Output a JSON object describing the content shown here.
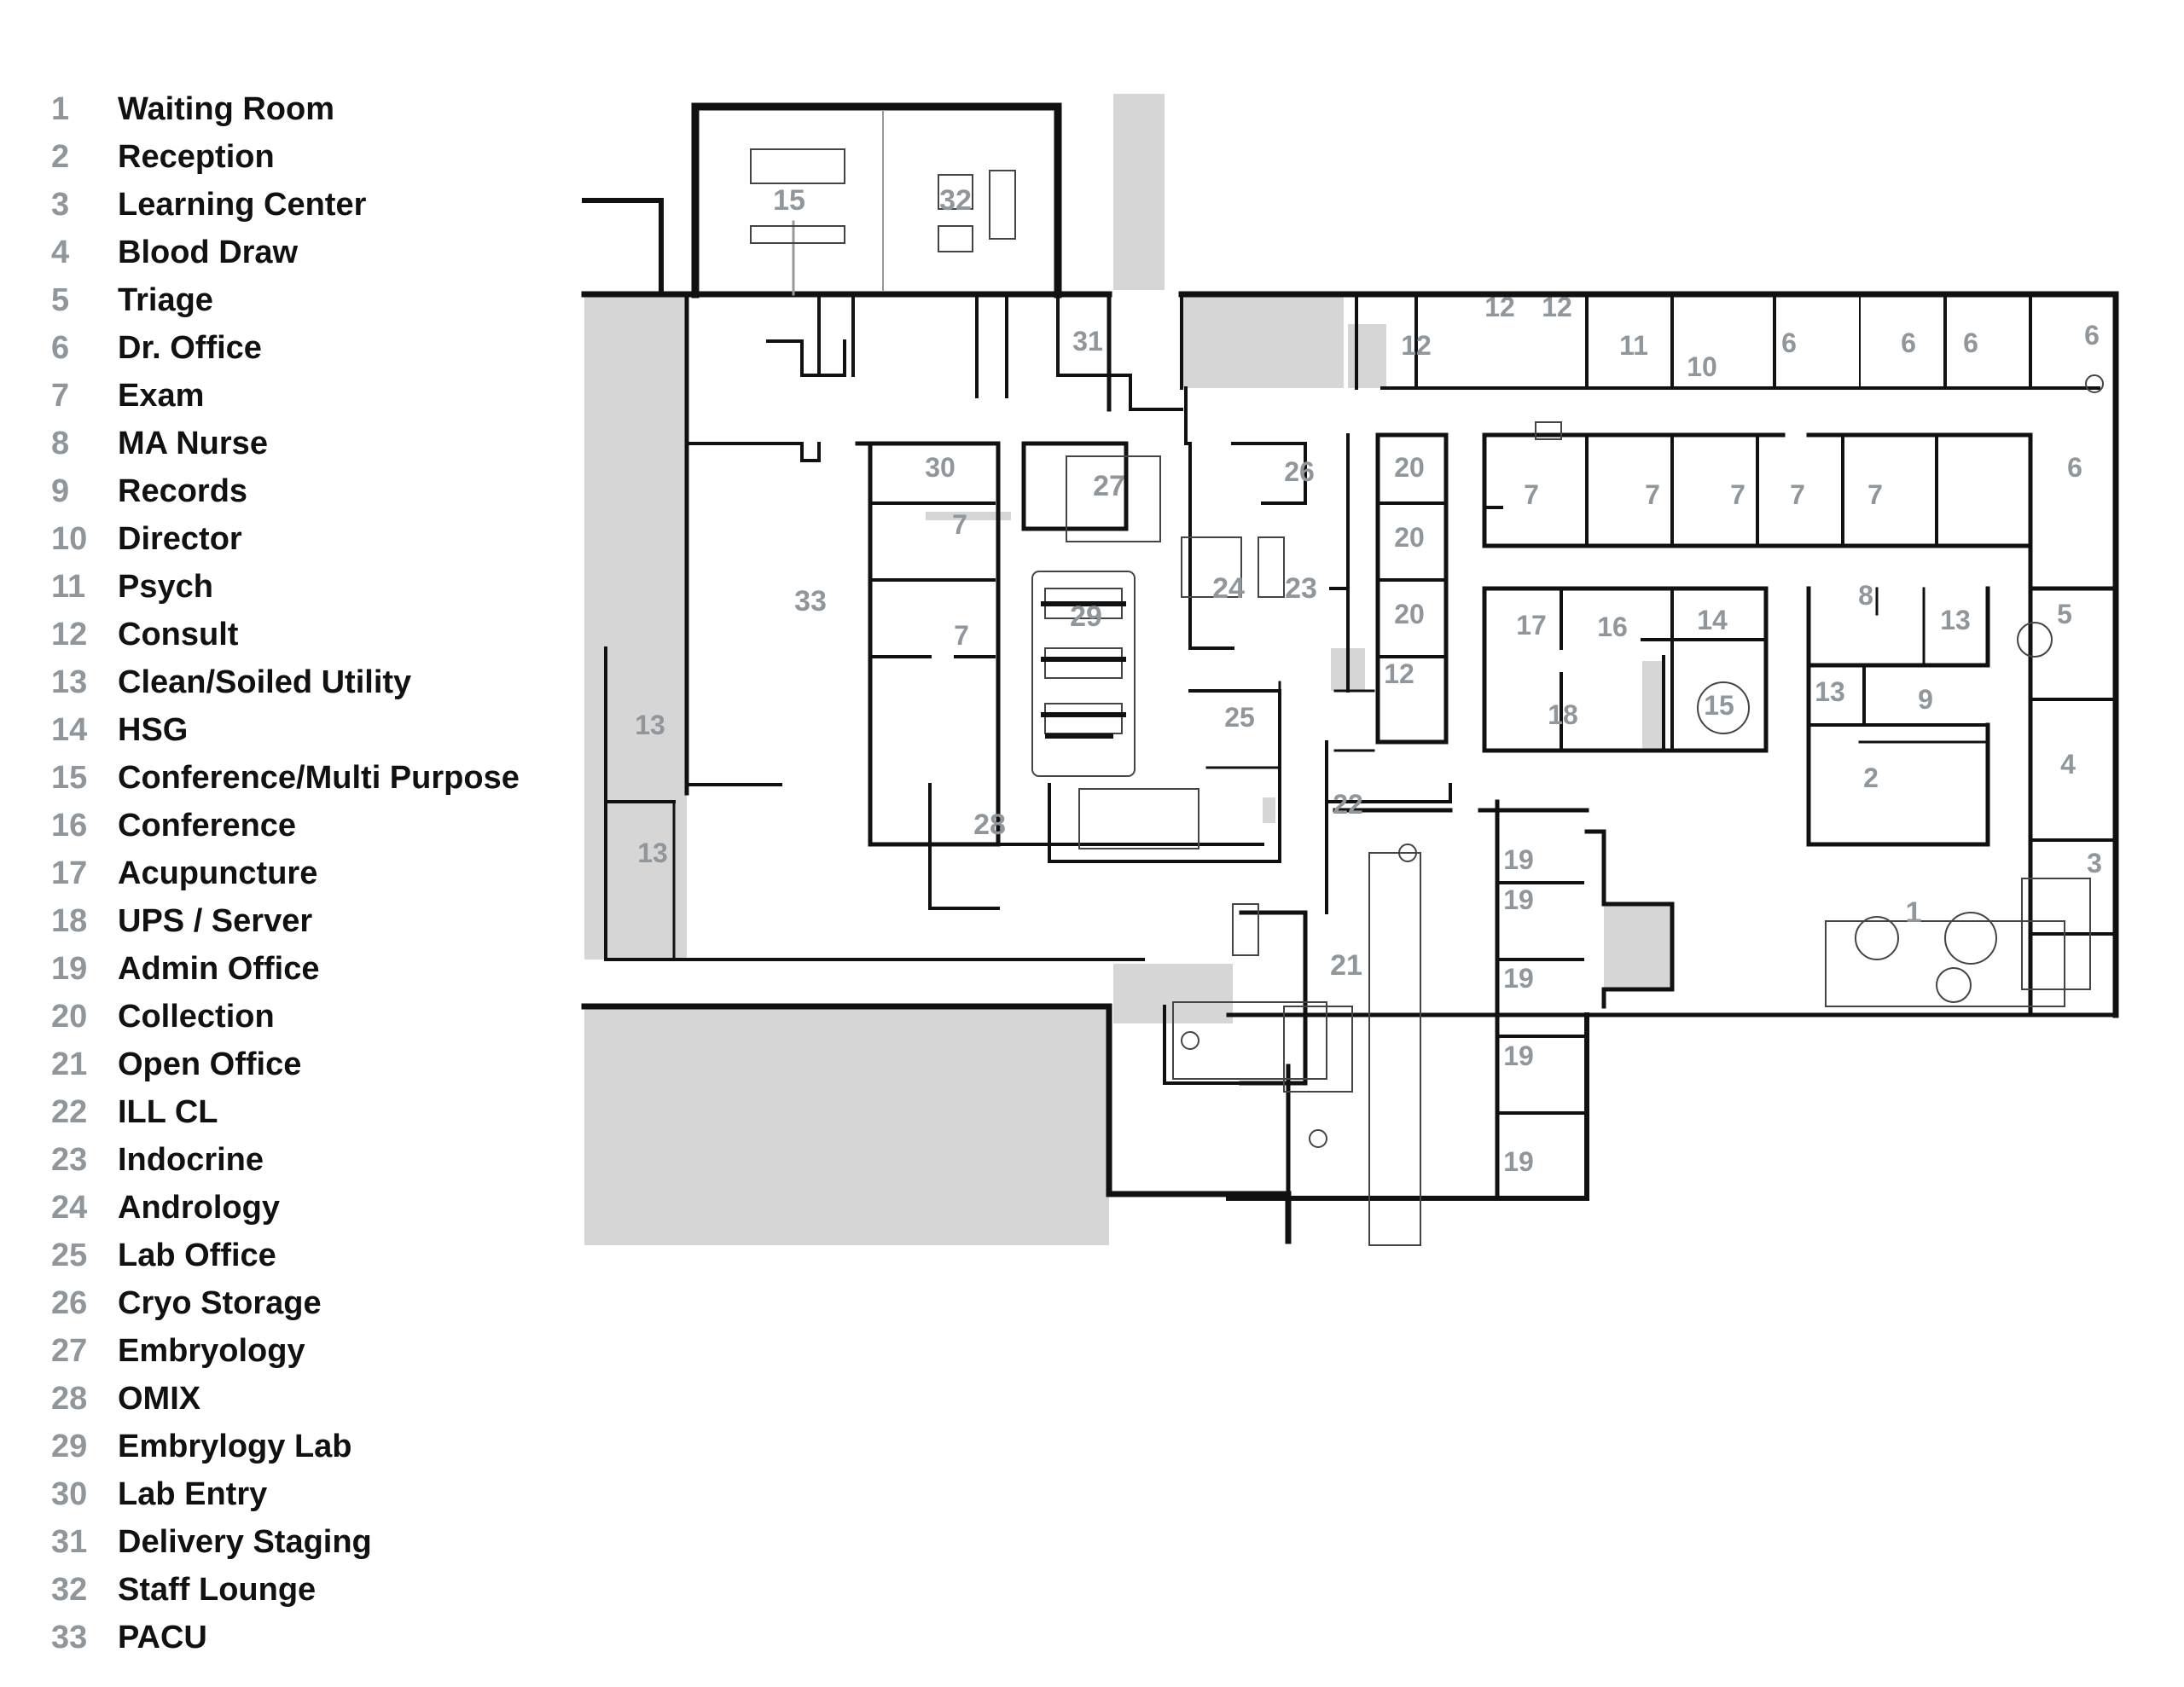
{
  "legend": [
    {
      "num": "1",
      "label": "Waiting Room"
    },
    {
      "num": "2",
      "label": "Reception"
    },
    {
      "num": "3",
      "label": "Learning Center"
    },
    {
      "num": "4",
      "label": "Blood Draw"
    },
    {
      "num": "5",
      "label": "Triage"
    },
    {
      "num": "6",
      "label": "Dr. Office"
    },
    {
      "num": "7",
      "label": "Exam"
    },
    {
      "num": "8",
      "label": "MA Nurse"
    },
    {
      "num": "9",
      "label": "Records"
    },
    {
      "num": "10",
      "label": "Director"
    },
    {
      "num": "11",
      "label": "Psych"
    },
    {
      "num": "12",
      "label": "Consult"
    },
    {
      "num": "13",
      "label": "Clean/Soiled Utility"
    },
    {
      "num": "14",
      "label": "HSG"
    },
    {
      "num": "15",
      "label": "Conference/Multi Purpose"
    },
    {
      "num": "16",
      "label": "Conference"
    },
    {
      "num": "17",
      "label": "Acupuncture"
    },
    {
      "num": "18",
      "label": "UPS / Server"
    },
    {
      "num": "19",
      "label": "Admin Office"
    },
    {
      "num": "20",
      "label": "Collection"
    },
    {
      "num": "21",
      "label": "Open Office"
    },
    {
      "num": "22",
      "label": "ILL CL"
    },
    {
      "num": "23",
      "label": "Indocrine"
    },
    {
      "num": "24",
      "label": " Andrology"
    },
    {
      "num": "25",
      "label": "Lab Office"
    },
    {
      "num": "26",
      "label": "Cryo Storage"
    },
    {
      "num": "27",
      "label": "Embryology"
    },
    {
      "num": "28",
      "label": "OMIX"
    },
    {
      "num": "29",
      "label": "Embrylogy Lab"
    },
    {
      "num": "30",
      "label": "Lab Entry"
    },
    {
      "num": "31",
      "label": "Delivery Staging"
    },
    {
      "num": "32",
      "label": "Staff Lounge"
    },
    {
      "num": "33",
      "label": "PACU"
    }
  ],
  "plan": {
    "room_numbers": [
      "15",
      "32",
      "31",
      "12",
      "12",
      "12",
      "11",
      "10",
      "6",
      "6",
      "6",
      "6",
      "30",
      "27",
      "26",
      "20",
      "20",
      "20",
      "7",
      "7",
      "7",
      "7",
      "7",
      "7",
      "7",
      "6",
      "33",
      "29",
      "24",
      "23",
      "17",
      "16",
      "14",
      "8",
      "13",
      "5",
      "12",
      "25",
      "18",
      "15",
      "13",
      "9",
      "2",
      "4",
      "13",
      "28",
      "22",
      "13",
      "19",
      "19",
      "19",
      "19",
      "19",
      "21",
      "1",
      "3"
    ]
  }
}
